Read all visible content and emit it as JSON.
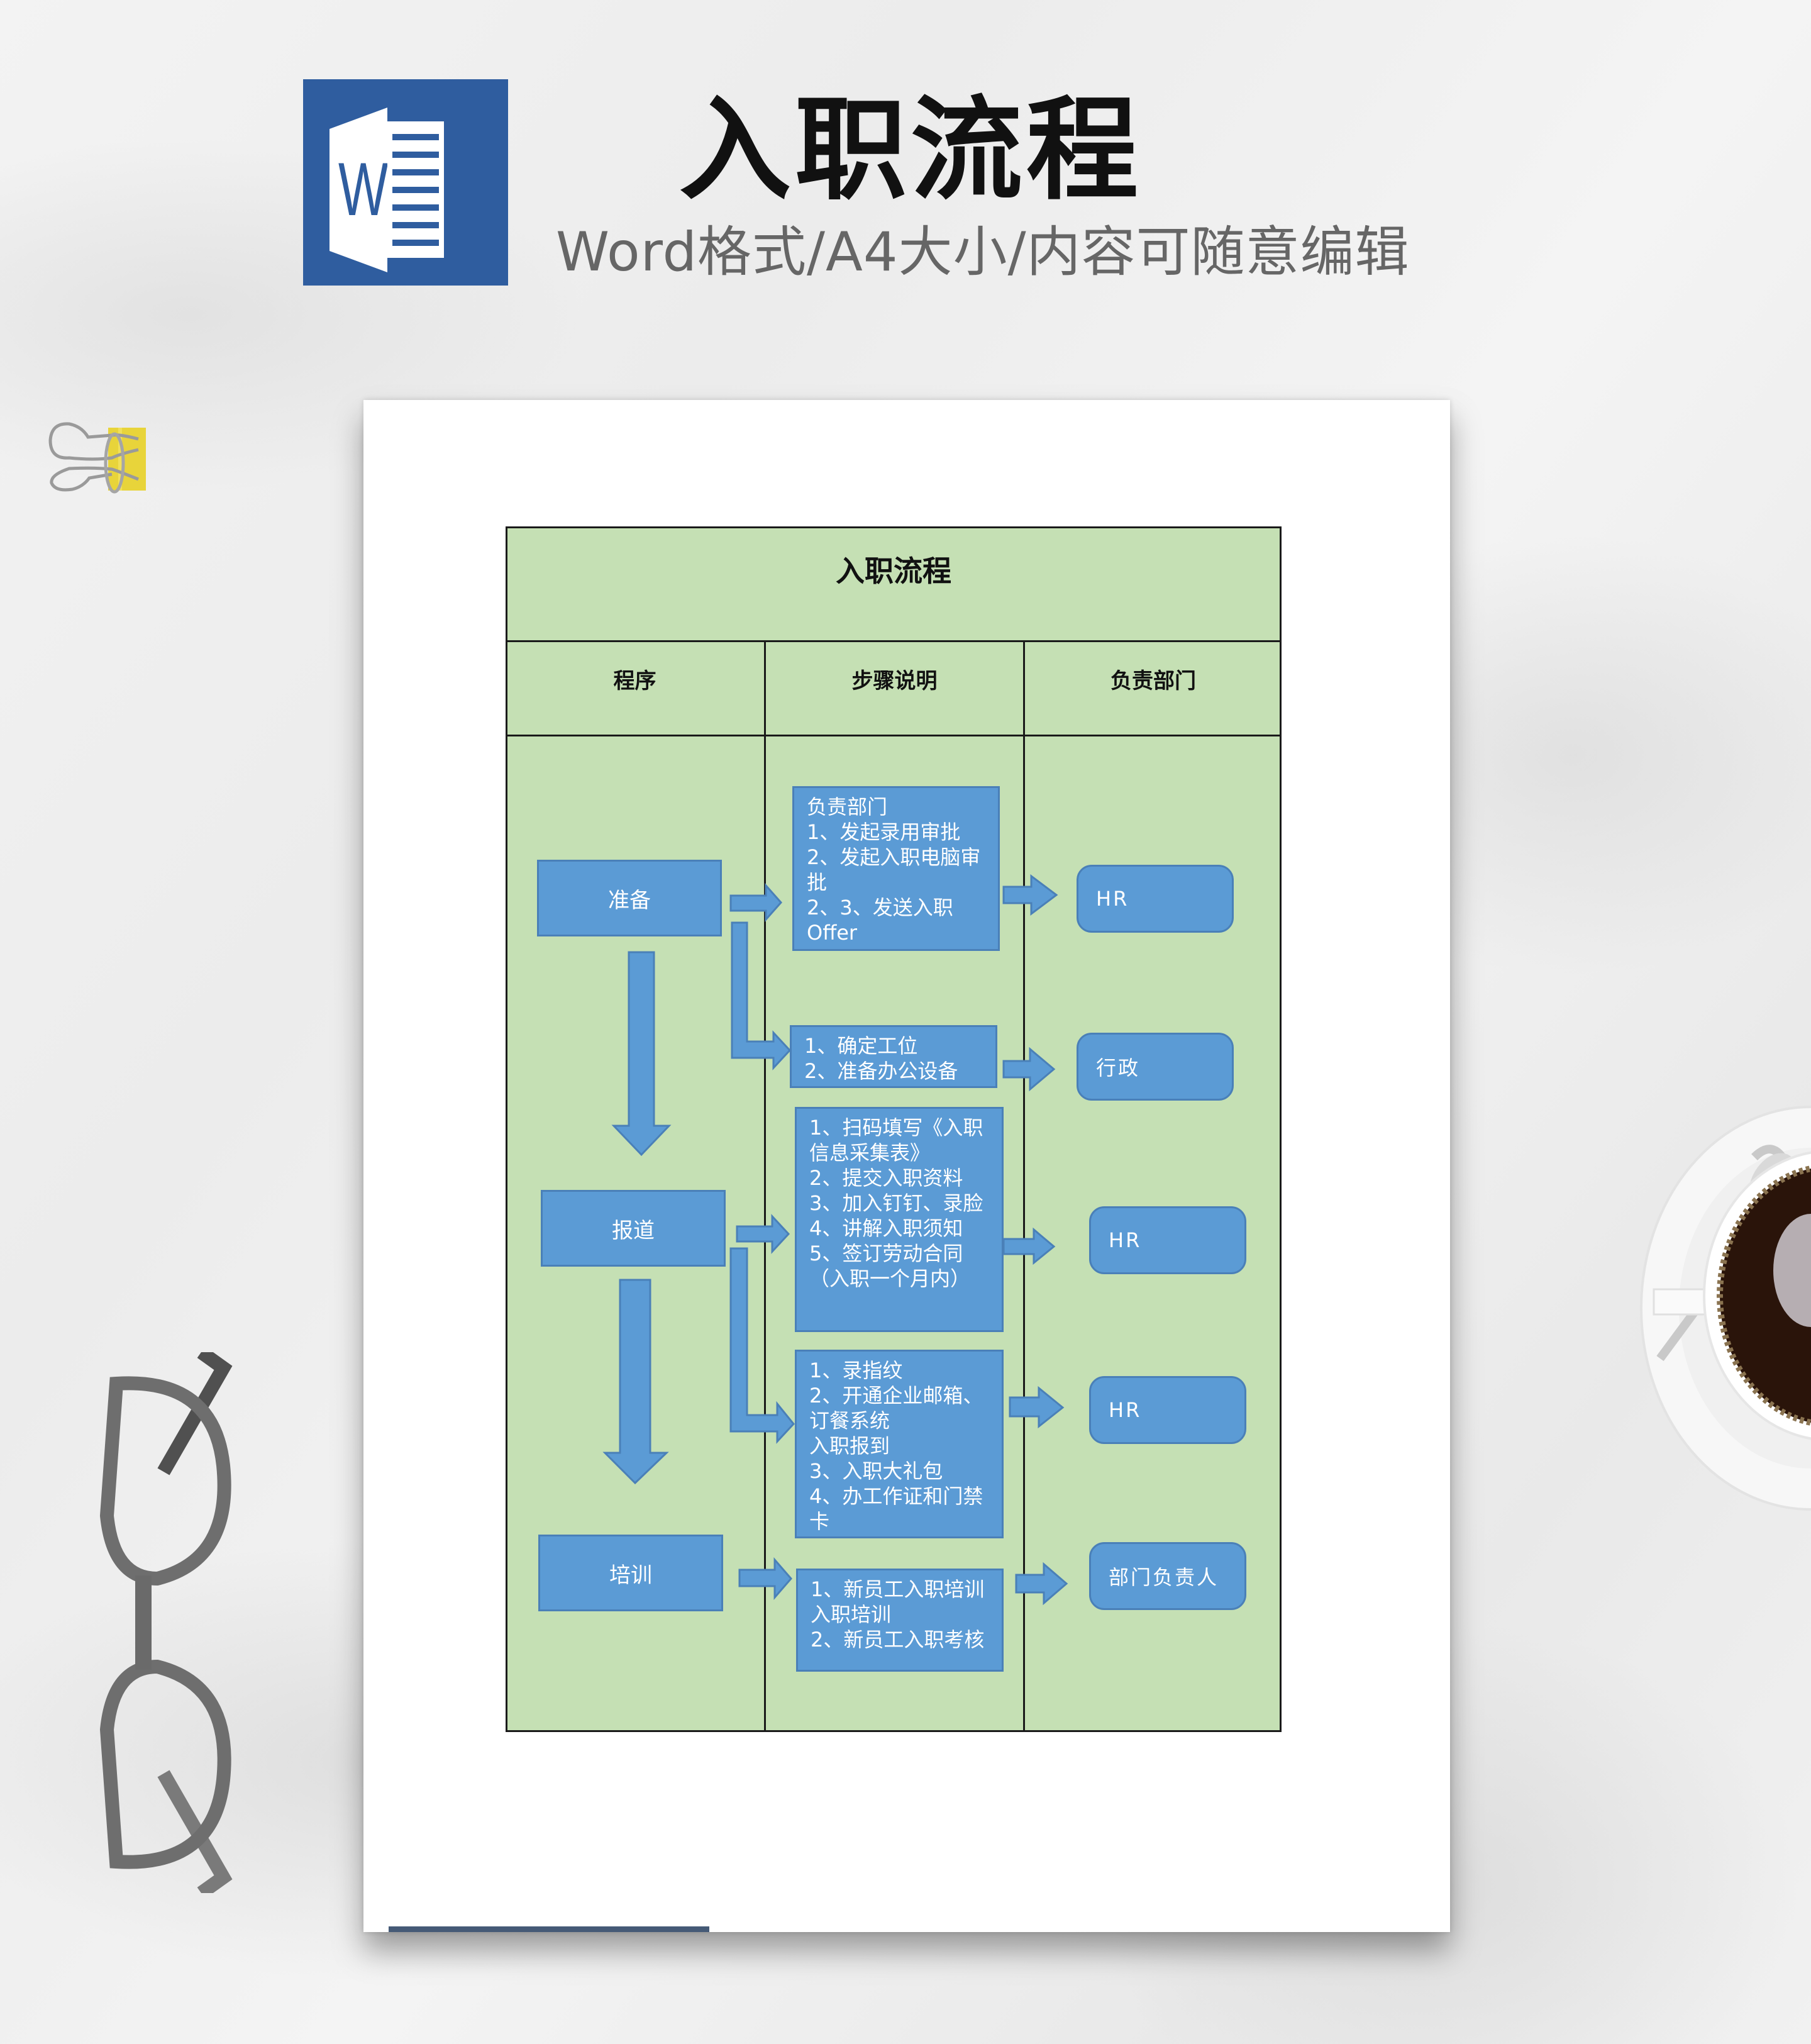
{
  "header": {
    "logo_letter": "W",
    "title": "入职流程",
    "subtitle": "Word格式/A4大小/内容可随意编辑"
  },
  "document": {
    "table_title": "入职流程",
    "columns": [
      "程序",
      "步骤说明",
      "负责部门"
    ],
    "procedures": [
      {
        "label": "准备"
      },
      {
        "label": "报道"
      },
      {
        "label": "培训"
      }
    ],
    "steps": [
      {
        "text": "负责部门\n1、发起录用审批\n2、发起入职电脑审批\n2、3、发送入职Offer"
      },
      {
        "text": "1、确定工位\n2、准备办公设备"
      },
      {
        "text": "1、扫码填写《入职信息采集表》\n2、提交入职资料\n3、加入钉钉、录脸\n4、讲解入职须知\n5、签订劳动合同\n（入职一个月内）"
      },
      {
        "text": "1、录指纹\n2、开通企业邮箱、订餐系统\n入职报到\n3、入职大礼包\n4、办工作证和门禁卡"
      },
      {
        "text": "1、新员工入职培训\n入职培训\n2、新员工入职考核"
      }
    ],
    "departments": [
      {
        "label": "HR"
      },
      {
        "label": "行政"
      },
      {
        "label": "HR"
      },
      {
        "label": "HR"
      },
      {
        "label": "部门负责人"
      }
    ]
  },
  "colors": {
    "word_blue": "#2f5d9f",
    "table_green": "#c5e0b4",
    "shape_blue": "#5b9bd5",
    "shape_border": "#4a80b8",
    "subtitle_gray": "#666666"
  }
}
